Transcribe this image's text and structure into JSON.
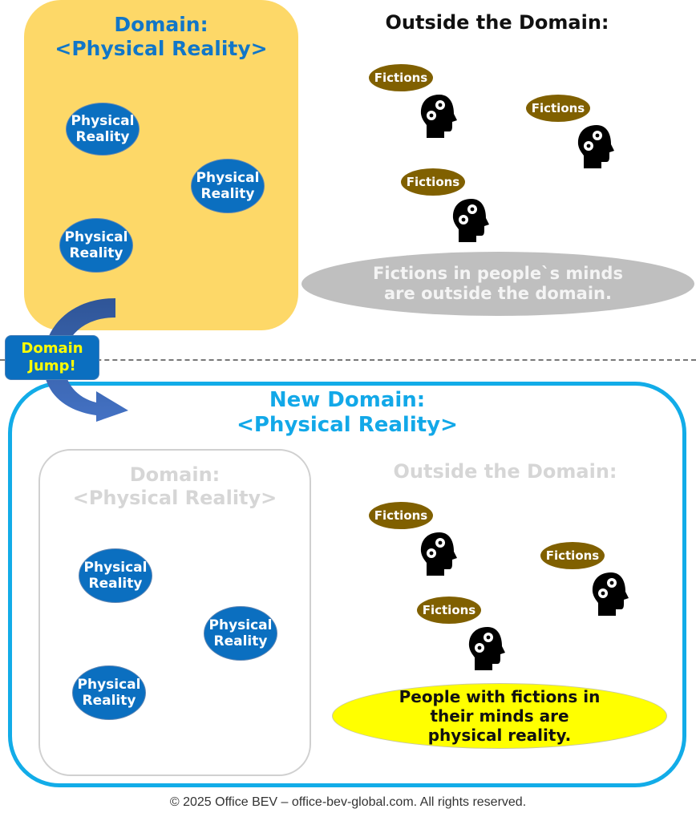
{
  "top_domain": {
    "title_line1": "Domain:",
    "title_line2": "<Physical Reality>",
    "items": [
      "Physical\nReality",
      "Physical\nReality",
      "Physical\nReality"
    ],
    "background_color": "#fdd868",
    "title_color": "#1176c8"
  },
  "outside": {
    "title": "Outside the Domain:",
    "fictions": [
      "Fictions",
      "Fictions",
      "Fictions"
    ],
    "note": "Fictions in people`s minds\nare outside the domain."
  },
  "jump": {
    "label": "Domain\nJump!",
    "label_color": "#ffff00"
  },
  "new_domain": {
    "title_line1": "New Domain:",
    "title_line2": "<Physical Reality>",
    "border_color": "#12ace8",
    "inner_domain": {
      "title_line1": "Domain:",
      "title_line2": "<Physical Reality>",
      "items": [
        "Physical\nReality",
        "Physical\nReality",
        "Physical\nReality"
      ]
    },
    "outside_title": "Outside the Domain:",
    "fictions": [
      "Fictions",
      "Fictions",
      "Fictions"
    ],
    "note": "People with fictions in\ntheir minds are\nphysical reality."
  },
  "footer": {
    "copyright": "© 2025 Office BEV –  office-bev-global.com. All rights reserved."
  }
}
